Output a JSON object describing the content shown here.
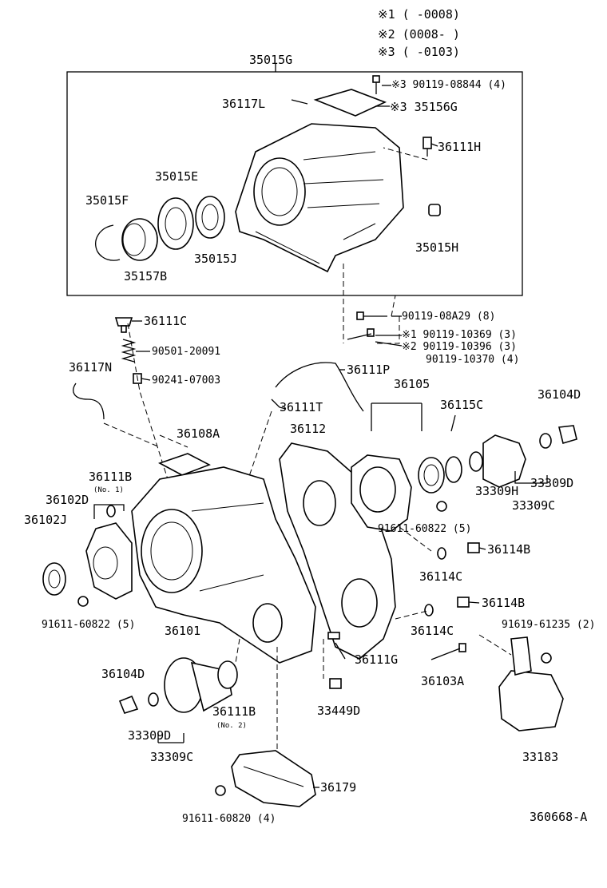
{
  "notes": {
    "n1": "※1 (      -0008)",
    "n2": "※2 (0008-      )",
    "n3": "※3 (      -0103)"
  },
  "labels": {
    "l35015G": "35015G",
    "l90119_08844": "※3 90119-08844 (4)",
    "l36117L": "36117L",
    "l35156G": "※3 35156G",
    "l36111H": "36111H",
    "l35015E": "35015E",
    "l35015F": "35015F",
    "l35015H": "35015H",
    "l35015J": "35015J",
    "l35157B": "35157B",
    "l90119_08A29": "90119-08A29 (8)",
    "l90119_10369": "※1 90119-10369 (3)",
    "l90119_10396": "※2 90119-10396 (3)",
    "l90119_10370": "90119-10370 (4)",
    "l36111C": "36111C",
    "l90501_20091": "90501-20091",
    "l36117N": "36117N",
    "l90241_07003": "90241-07003",
    "l36111P": "36111P",
    "l36105": "36105",
    "l36104D_top": "36104D",
    "l36115C": "36115C",
    "l36111T": "36111T",
    "l36112": "36112",
    "l36108A": "36108A",
    "l36111B_1": "36111B",
    "l36111B_1_sub": "(No. 1)",
    "l36102D": "36102D",
    "l36102J": "36102J",
    "l33309H": "33309H",
    "l33309D_top": "33309D",
    "l33309C_top": "33309C",
    "l91611_60822_r": "91611-60822 (5)",
    "l36114B_1": "36114B",
    "l36114C_1": "36114C",
    "l36114B_2": "36114B",
    "l36114C_2": "36114C",
    "l91619_61235": "91619-61235 (2)",
    "l36101": "36101",
    "l91611_60822_l": "91611-60822 (5)",
    "l36111G": "36111G",
    "l36103A": "36103A",
    "l36104D_bot": "36104D",
    "l36111B_2": "36111B",
    "l36111B_2_sub": "(No. 2)",
    "l33449D": "33449D",
    "l33309D_bot": "33309D",
    "l33309C_bot": "33309C",
    "l33183": "33183",
    "l36179": "36179",
    "l91611_60820": "91611-60820 (4)",
    "l360668A": "360668-A"
  }
}
